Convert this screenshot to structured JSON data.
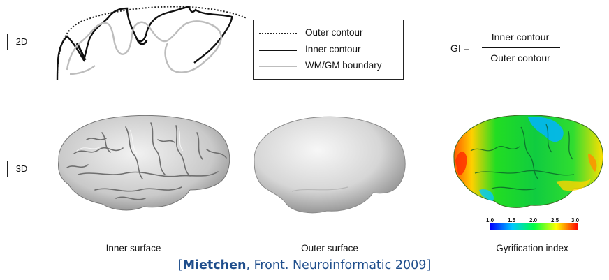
{
  "row_labels": {
    "two_d": "2D",
    "three_d": "3D"
  },
  "legend": {
    "outer": "Outer contour",
    "inner": "Inner contour",
    "boundary": "WM/GM boundary"
  },
  "formula": {
    "lhs": "GI =",
    "numerator": "Inner contour",
    "denominator": "Outer contour"
  },
  "captions": {
    "inner_surface": "Inner surface",
    "outer_surface": "Outer surface",
    "gyrification": "Gyrification index"
  },
  "colorbar": {
    "ticks": [
      "1.0",
      "1.5",
      "2.0",
      "2.5",
      "3.0"
    ],
    "colors": [
      "#0000ff",
      "#00c8ff",
      "#00ff40",
      "#ffff00",
      "#ff0000"
    ]
  },
  "citation": {
    "open_bracket": "[",
    "author": "Mietchen",
    "rest": ", Front. Neuroinformatic 2009]"
  }
}
